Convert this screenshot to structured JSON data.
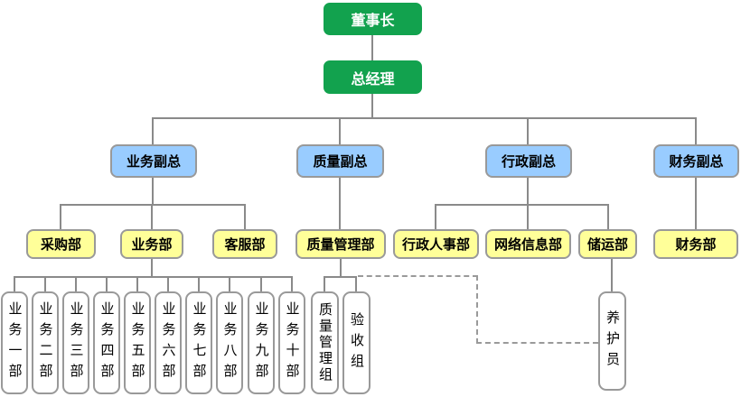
{
  "org_chart": {
    "type": "org-tree",
    "nodes": {
      "chairman": "董事长",
      "general_manager": "总经理",
      "vp_business": "业务副总",
      "vp_quality": "质量副总",
      "vp_admin": "行政副总",
      "vp_finance": "财务副总",
      "purchasing_dept": "采购部",
      "business_dept": "业务部",
      "customer_service_dept": "客服部",
      "quality_mgmt_dept": "质量管理部",
      "admin_hr_dept": "行政人事部",
      "network_info_dept": "网络信息部",
      "storage_transport_dept": "储运部",
      "finance_dept": "财务部",
      "business_units": [
        "业务一部",
        "业务二部",
        "业务三部",
        "业务四部",
        "业务五部",
        "业务六部",
        "业务七部",
        "业务八部",
        "业务九部",
        "业务十部"
      ],
      "quality_mgmt_group": "质量管理组",
      "acceptance_group": "验收组",
      "maintenance_staff": "养护员"
    },
    "hierarchy": {
      "chairman": [
        "general_manager"
      ],
      "general_manager": [
        "vp_business",
        "vp_quality",
        "vp_admin",
        "vp_finance"
      ],
      "vp_business": [
        "purchasing_dept",
        "business_dept",
        "customer_service_dept"
      ],
      "vp_quality": [
        "quality_mgmt_dept"
      ],
      "vp_admin": [
        "admin_hr_dept",
        "network_info_dept",
        "storage_transport_dept"
      ],
      "vp_finance": [
        "finance_dept"
      ],
      "business_dept": [
        "business_units"
      ],
      "quality_mgmt_dept": [
        "quality_mgmt_group",
        "acceptance_group"
      ],
      "storage_transport_dept": [
        "maintenance_staff"
      ]
    },
    "dashed_link": {
      "from": "quality_mgmt_dept",
      "to": "maintenance_staff",
      "style": "dashed"
    },
    "colors": {
      "executive_fill": "#12A24E",
      "executive_text": "#FFFFFF",
      "vp_fill": "#99CCFF",
      "dept_fill": "#FFFF99",
      "unit_fill": "#FFFFFF",
      "node_border": "#999999",
      "connector": "#8A8A8A",
      "text": "#000000",
      "background": "#FFFFFF"
    }
  }
}
